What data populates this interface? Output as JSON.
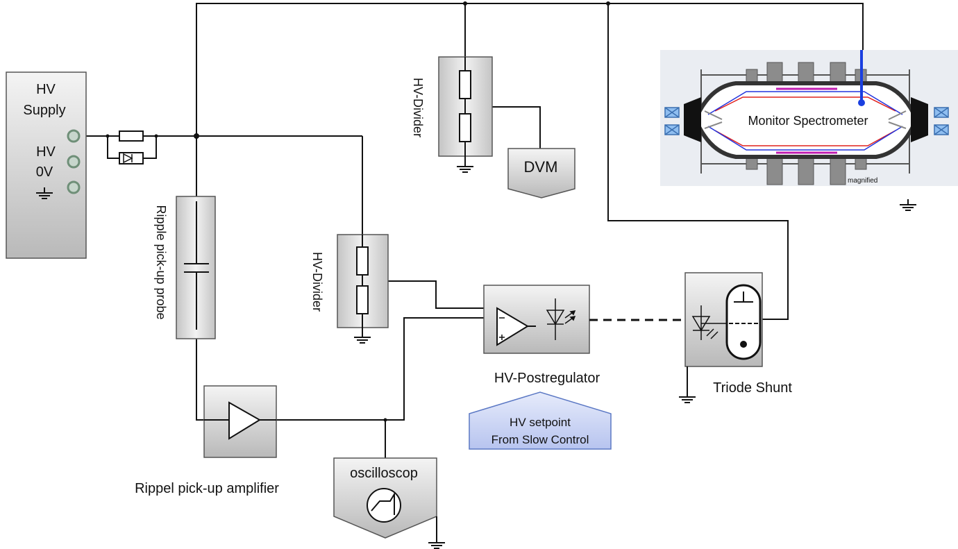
{
  "hv_supply": {
    "title_line1": "HV",
    "title_line2": "Supply",
    "hv_label": "HV",
    "zero_label": "0V"
  },
  "ripple_probe": {
    "label": "Ripple pick-up probe"
  },
  "hv_divider_upper": {
    "label": "HV-Divider"
  },
  "hv_divider_lower": {
    "label": "HV-Divider"
  },
  "dvm": {
    "label": "DVM"
  },
  "spectrometer": {
    "label": "Monitor Spectrometer",
    "note": "magnified"
  },
  "postregulator": {
    "label": "HV-Postregulator"
  },
  "setpoint": {
    "line1": "HV setpoint",
    "line2": "From Slow Control"
  },
  "triode_shunt": {
    "label": "Triode Shunt"
  },
  "amplifier": {
    "label": "Rippel pick-up amplifier"
  },
  "oscilloscope": {
    "label": "oscilloscop"
  },
  "colors": {
    "wire": "#111111",
    "box_fill_top": "#f2f2f2",
    "box_fill_bottom": "#bdbdbd",
    "setpoint_fill": "#c9d3f2",
    "setpoint_stroke": "#5b78c4",
    "probe_line": "#1a3fe0",
    "coil": "#7fb3e6"
  }
}
